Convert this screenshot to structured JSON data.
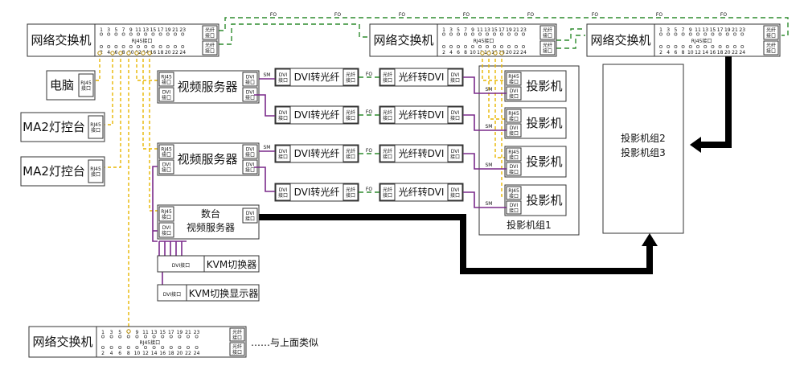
{
  "switch_label": "网络交换机",
  "rj45_label": "RJ45接口",
  "fiber_port": [
    "光纤",
    "接口"
  ],
  "rj45_port": [
    "RJ45",
    "接口"
  ],
  "dvi_port": [
    "DVI",
    "接口"
  ],
  "ports_top": [
    "1",
    "3",
    "5",
    "7",
    "9",
    "11",
    "13",
    "15",
    "17",
    "19",
    "21",
    "23"
  ],
  "ports_bottom": [
    "2",
    "4",
    "6",
    "8",
    "10",
    "12",
    "14",
    "16",
    "18",
    "20",
    "22",
    "24"
  ],
  "pc_label": "电脑",
  "ma2_label": "MA2灯控台",
  "video_server_label": "视频服务器",
  "digital_server_line1": "数台",
  "digital_server_line2": "视频服务器",
  "dvi_to_fiber": "DVI转光纤",
  "fiber_to_dvi": "光纤转DVI",
  "projector_label": "投影机",
  "group1_label": "投影机组1",
  "group23_line1": "投影机组2",
  "group23_line2": "投影机组3",
  "kvm_switch_label": "KVM切换器",
  "kvm_monitor_label": "KVM切换显示器",
  "dvi_iface_label": "DVI接口",
  "similar_note": "……与上面类似",
  "wire_tag_fo": "FO",
  "wire_tag_sm": "SM",
  "colors": {
    "ethernet": "#e8b600",
    "fiber": "#2e8b2e",
    "dvi": "#7a2a8a",
    "main_link": "#000000"
  }
}
